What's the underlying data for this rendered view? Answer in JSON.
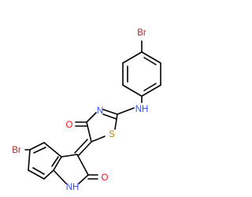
{
  "structure": {
    "atoms": [
      {
        "id": "br_top",
        "label": "Br",
        "element": "bromine"
      },
      {
        "id": "nh_amine",
        "label": "NH",
        "element": "nitrogen"
      },
      {
        "id": "n_ring",
        "label": "N",
        "element": "nitrogen"
      },
      {
        "id": "o_ketone",
        "label": "O",
        "element": "oxygen"
      },
      {
        "id": "s_ring",
        "label": "S",
        "element": "sulfur"
      },
      {
        "id": "br_left",
        "label": "Br",
        "element": "bromine"
      },
      {
        "id": "o_lactam",
        "label": "O",
        "element": "oxygen"
      },
      {
        "id": "nh_ring",
        "label": "NH",
        "element": "nitrogen"
      }
    ]
  },
  "colors": {
    "bond": "#000000",
    "bromine": "#a52a2a",
    "nitrogen": "#3050f8",
    "oxygen": "#ff0d0d",
    "sulfur": "#b8860b",
    "background": "#ffffff"
  }
}
